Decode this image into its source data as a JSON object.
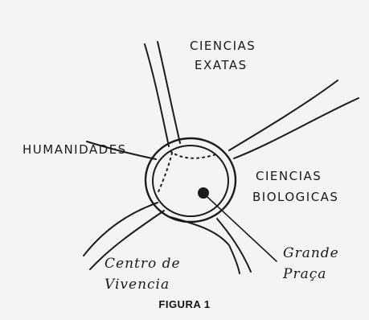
{
  "labels": {
    "ciencias_exatas_line1": "CIENCIAS",
    "ciencias_exatas_line2": "EXATAS",
    "humanidades": "HUMANIDADES",
    "ciencias_biologicas_line1": "CIENCIAS",
    "ciencias_biologicas_line2": "BIOLOGICAS",
    "centro_vivencia_line1": "Centro de",
    "centro_vivencia_line2": "Vivencia",
    "grande_praca_line1": "Grande",
    "grande_praca_line2": "Praça"
  },
  "caption": "FIGURA 1"
}
